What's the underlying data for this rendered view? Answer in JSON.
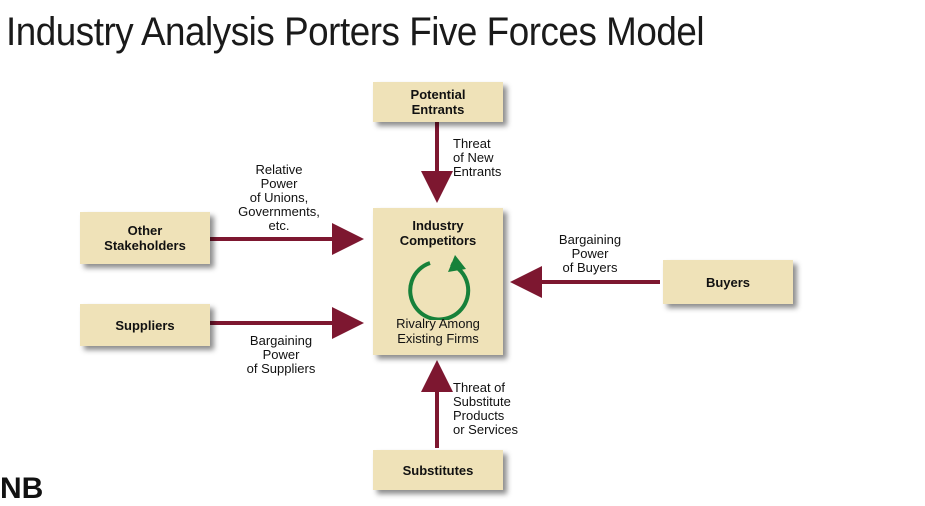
{
  "title": "Industry Analysis Porters Five Forces Model",
  "colors": {
    "box_fill": "#efe2b8",
    "arrow": "#7d1730",
    "cycle": "#17813a"
  },
  "boxes": {
    "potential_entrants": "Potential\nEntrants",
    "other_stakeholders": "Other\nStakeholders",
    "suppliers": "Suppliers",
    "buyers": "Buyers",
    "substitutes": "Substitutes",
    "center_title": "Industry\nCompetitors",
    "center_sub": "Rivalry Among\nExisting Firms"
  },
  "labels": {
    "threat_new_entrants": "Threat\nof New\nEntrants",
    "relative_power": "Relative\nPower\nof Unions,\nGovernments,\netc.",
    "bargaining_buyers": "Bargaining\nPower\nof Buyers",
    "bargaining_suppliers": "Bargaining\nPower\nof Suppliers",
    "threat_substitutes": "Threat of\nSubstitute\nProducts\nor Services"
  },
  "logo_text": "NB",
  "icons": {
    "cycle": "circular-arrow-icon"
  }
}
